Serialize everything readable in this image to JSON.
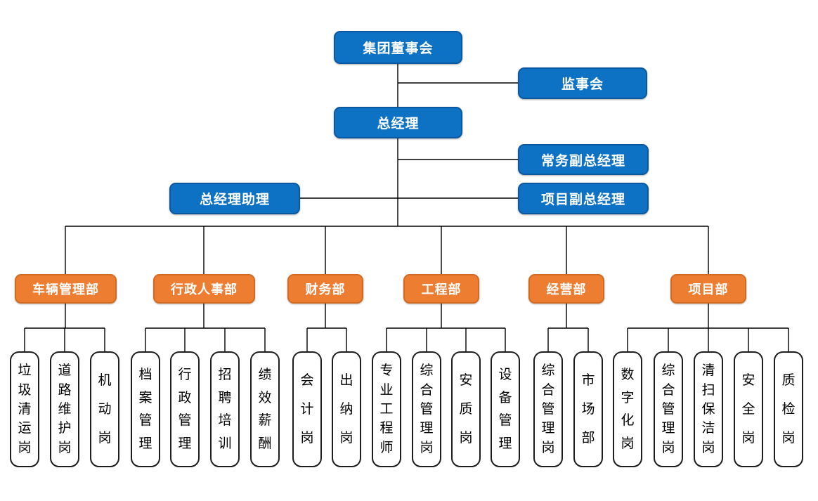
{
  "chart_type": "org-chart",
  "colors": {
    "executive_fill": "#0E72C4",
    "executive_border": "#0A58A0",
    "department_fill": "#ED7D31",
    "department_border": "#D26B1F",
    "position_fill": "#FFFFFF",
    "position_border": "#1D1D1D",
    "connector": "#000000",
    "text_light": "#FFFFFF",
    "text_dark": "#000000"
  },
  "executive": {
    "board": "集团董事会",
    "supervisory": "监事会",
    "general_manager": "总经理",
    "executive_deputy_gm": "常务副总经理",
    "gm_assistant": "总经理助理",
    "project_deputy_gm": "项目副总经理"
  },
  "departments": [
    {
      "label": "车辆管理部",
      "positions": [
        "垃圾清运岗",
        "道路维护岗",
        "机动岗"
      ]
    },
    {
      "label": "行政人事部",
      "positions": [
        "档案管理",
        "行政管理",
        "招聘培训",
        "绩效薪酬"
      ]
    },
    {
      "label": "财务部",
      "positions": [
        "会计岗",
        "出纳岗"
      ]
    },
    {
      "label": "工程部",
      "positions": [
        "专业工程师",
        "综合管理岗",
        "安质岗",
        "设备管理"
      ]
    },
    {
      "label": "经营部",
      "positions": [
        "综合管理岗",
        "市场部"
      ]
    },
    {
      "label": "项目部",
      "positions": [
        "数字化岗",
        "综合管理岗",
        "清扫保洁岗",
        "安全岗",
        "质检岗"
      ]
    }
  ]
}
